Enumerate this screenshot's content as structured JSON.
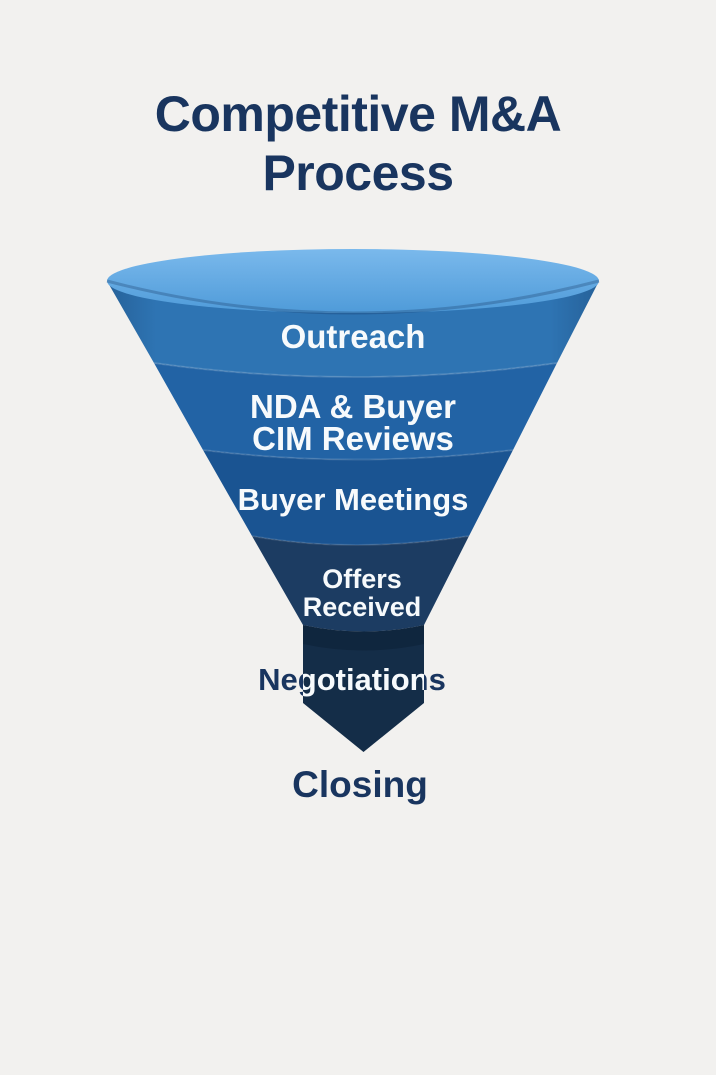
{
  "title": {
    "line1": "Competitive M&A",
    "line2": "Process"
  },
  "funnel": {
    "type": "funnel-diagram",
    "stage_order": [
      "Outreach",
      "NDA & Buyer CIM Reviews",
      "Buyer Meetings",
      "Offers Received",
      "Negotiations",
      "Closing"
    ],
    "stages": {
      "outreach": {
        "label": "Outreach",
        "color": "#2E74B3"
      },
      "nda": {
        "line1": "NDA & Buyer",
        "line2": "CIM Reviews",
        "color": "#2263A5"
      },
      "buyer_meetings": {
        "label": "Buyer Meetings",
        "color": "#1A5492"
      },
      "offers": {
        "line1": "Offers",
        "line2": "Received",
        "color": "#1C3C62"
      },
      "negotiations": {
        "label": "Negotiations",
        "color": "#142D48"
      },
      "closing": {
        "label": "Closing",
        "color": "#19355F"
      }
    },
    "top_opening_color": "#57A2DD",
    "stage_text_color": "#F7FAFC",
    "overflow_text_color": "#19355F"
  },
  "colors": {
    "background": "#F2F1EF",
    "title_text": "#19355F"
  }
}
